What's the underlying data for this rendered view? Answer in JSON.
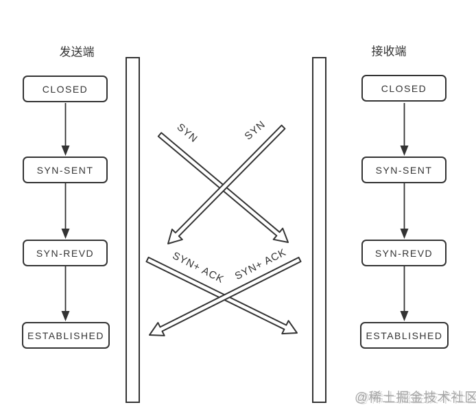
{
  "diagram": {
    "sender": {
      "title": "发送端",
      "states": [
        "CLOSED",
        "SYN-SENT",
        "SYN-REVD",
        "ESTABLISHED"
      ]
    },
    "receiver": {
      "title": "接收端",
      "states": [
        "CLOSED",
        "SYN-SENT",
        "SYN-REVD",
        "ESTABLISHED"
      ]
    },
    "messages": {
      "syn_left": "SYN",
      "syn_right": "SYN",
      "synack_left": "SYN+ ACK",
      "synack_right": "SYN+ ACK"
    },
    "watermark": "@稀土掘金技术社区",
    "colors": {
      "stroke": "#333333",
      "background": "#ffffff",
      "watermark": "#a6a6a6"
    }
  }
}
